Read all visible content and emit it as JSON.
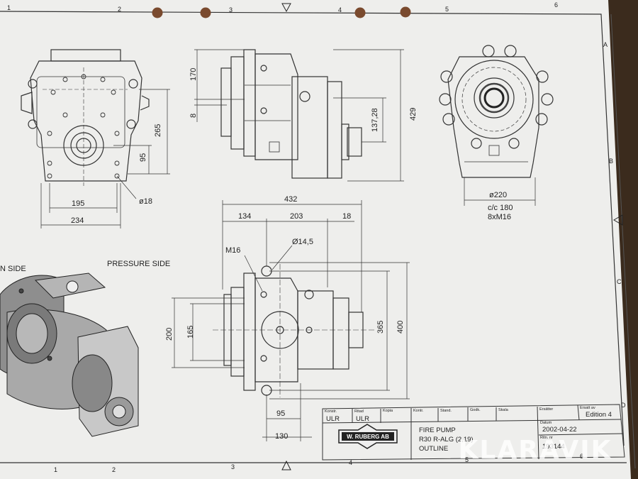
{
  "drawing": {
    "title_lines": [
      "FIRE PUMP",
      "R30 R-ALG (2,19)",
      "OUTLINE"
    ],
    "company_logo": "W. RUBERG AB",
    "watermark": "KLARAVIK",
    "side_labels": {
      "suction": "N SIDE",
      "pressure": "PRESSURE SIDE"
    },
    "dims": {
      "d170": "170",
      "d8": "8",
      "d265": "265",
      "d95v": "95",
      "d195": "195",
      "d234": "234",
      "o18": "ø18",
      "d429": "429",
      "d13728": "137,28",
      "o220": "ø220",
      "cc180": "c/c 180",
      "m16x8": "8xM16",
      "d432": "432",
      "d134": "134",
      "d203": "203",
      "d18": "18",
      "m16": "M16",
      "o145": "Ø14,5",
      "d200": "200",
      "d165": "165",
      "d365": "365",
      "d400": "400",
      "d95h": "95",
      "d130": "130"
    },
    "grid_top": [
      "1",
      "2",
      "3",
      "4",
      "5",
      "6"
    ],
    "grid_bottom": [
      "1",
      "2",
      "3",
      "4",
      "5",
      "6"
    ],
    "grid_right": [
      "A",
      "B",
      "C",
      "D"
    ],
    "title_block": {
      "h_konstr": "Konstr.",
      "h_ritad": "Ritad",
      "h_kopia": "Kopia",
      "h_kontr": "Kontr.",
      "h_stand": "Stand.",
      "h_godk": "Godk.",
      "h_skala": "Skala",
      "h_ersatter": "Ersätter",
      "h_erstav": "Ersatt av",
      "h_datum": "Datum",
      "h_ritnr": "Ritn. nr",
      "konstr": "ULR",
      "ritad": "ULR",
      "edition": "Edition 4",
      "date": "2002-04-22",
      "number": "193144"
    }
  }
}
